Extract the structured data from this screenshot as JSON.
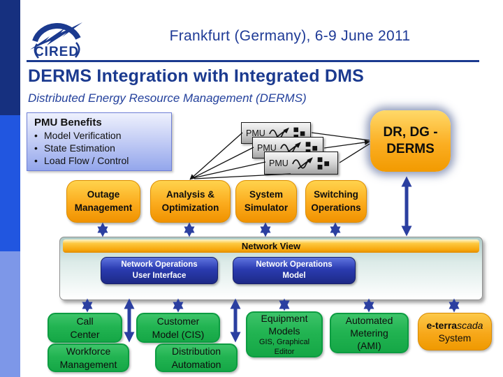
{
  "header": {
    "logo_text": "CIRED",
    "conference_title": "Frankfurt (Germany), 6-9 June 2011"
  },
  "slide": {
    "title": "DERMS Integration with Integrated DMS",
    "subtitle": "Distributed Energy Resource Management (DERMS)"
  },
  "pmu_benefits": {
    "title": "PMU Benefits",
    "bullet": "•",
    "items": [
      "Model Verification",
      "State Estimation",
      "Load Flow / Control"
    ]
  },
  "pmu": {
    "label": "PMU"
  },
  "derms": {
    "line1": "DR, DG -",
    "line2": "DERMS"
  },
  "applications": [
    {
      "line1": "Outage",
      "line2": "Management"
    },
    {
      "line1": "Analysis &",
      "line2": "Optimization"
    },
    {
      "line1": "System",
      "line2": "Simulator"
    },
    {
      "line1": "Switching",
      "line2": "Operations"
    }
  ],
  "network": {
    "view_title": "Network View",
    "components": [
      {
        "line1": "Network Operations",
        "line2": "User Interface"
      },
      {
        "line1": "Network Operations",
        "line2": "Model"
      }
    ]
  },
  "systems": {
    "call_center": {
      "line1": "Call",
      "line2": "Center"
    },
    "customer_model": {
      "line1": "Customer",
      "line2": "Model (CIS)"
    },
    "equipment_models": {
      "line1": "Equipment",
      "line2": "Models",
      "sub1": "GIS, Graphical",
      "sub2": "Editor"
    },
    "automated_metering": {
      "line1": "Automated",
      "line2": "Metering",
      "line3": "(AMI)"
    },
    "eterra": {
      "brand_bold": "e-terra",
      "brand_italic": "scada",
      "line2": "System"
    },
    "workforce": {
      "line1": "Workforce",
      "line2": "Management"
    },
    "distribution_automation": {
      "line1": "Distribution",
      "line2": "Automation"
    }
  },
  "colors": {
    "navy": "#1b3a8f",
    "left_bar_royal": "#2156e0",
    "left_bar_light": "#7d97e8",
    "orange_box": "#f9a71a",
    "green_box": "#22b452",
    "arrow_blue": "#2b3fa0",
    "ops_panel_blue": "#27338f"
  }
}
